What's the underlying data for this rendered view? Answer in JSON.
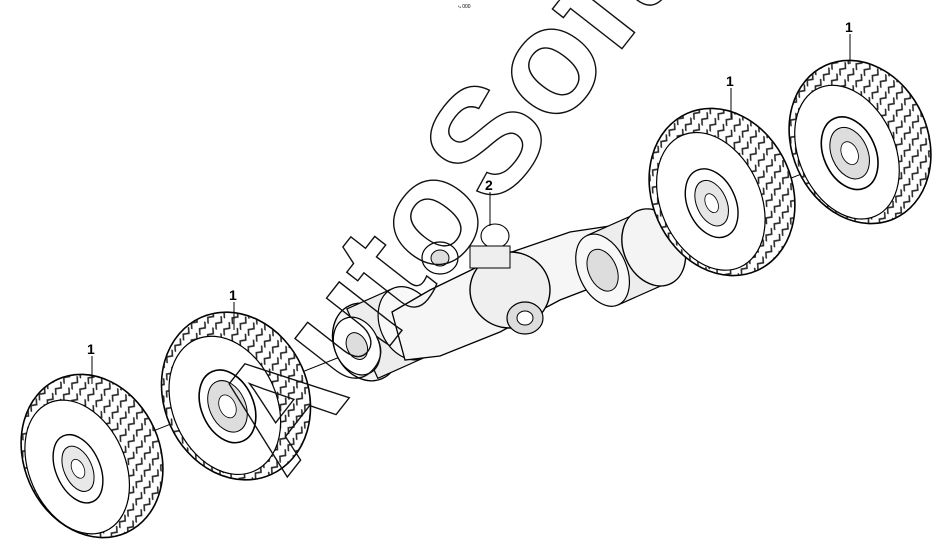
{
  "diagram": {
    "tag": "⤷ 000",
    "watermark": "AutoSoft",
    "callouts": [
      {
        "id": "wheel-far-right",
        "text": "1"
      },
      {
        "id": "wheel-right",
        "text": "1"
      },
      {
        "id": "wheel-left",
        "text": "1"
      },
      {
        "id": "wheel-far-left",
        "text": "1"
      },
      {
        "id": "differential",
        "text": "2"
      }
    ]
  }
}
